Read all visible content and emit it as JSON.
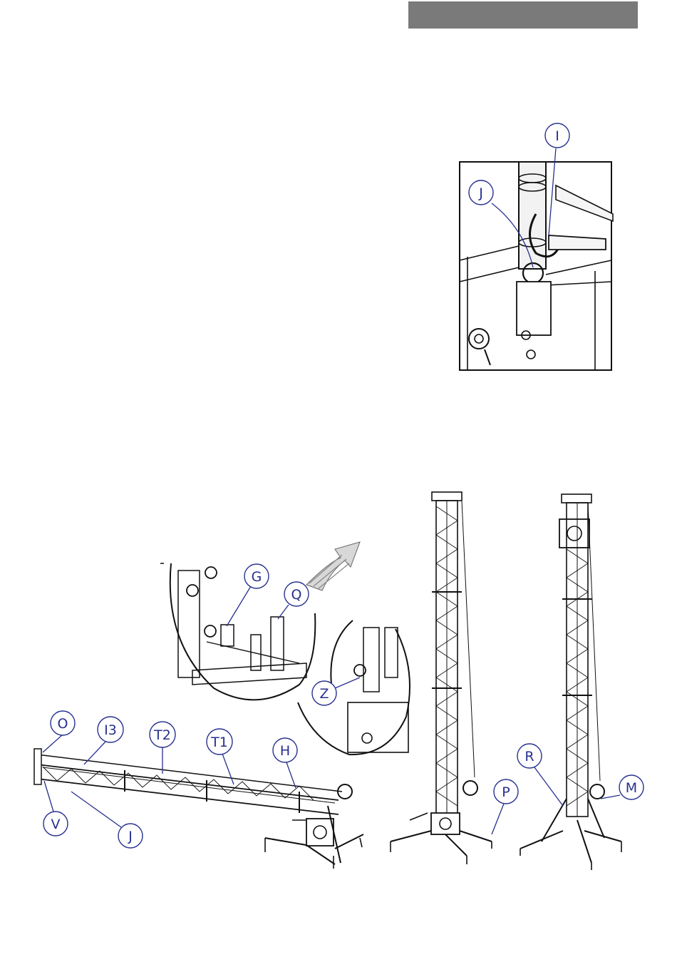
{
  "header": {
    "bar_color": "#7a7a7a"
  },
  "callout_color": "#27308f",
  "inset_detail": {
    "callouts": [
      "I",
      "J"
    ]
  },
  "zoom_details": {
    "left_circle_callouts": [
      "G",
      "Q"
    ],
    "right_circle_callouts": [
      "Z"
    ]
  },
  "horizontal_tower": {
    "callouts": [
      "O",
      "I3",
      "T2",
      "T1",
      "H",
      "V",
      "J"
    ]
  },
  "vertical_tower_left": {
    "callouts": [
      "P"
    ]
  },
  "vertical_tower_right": {
    "callouts": [
      "R",
      "M"
    ]
  }
}
